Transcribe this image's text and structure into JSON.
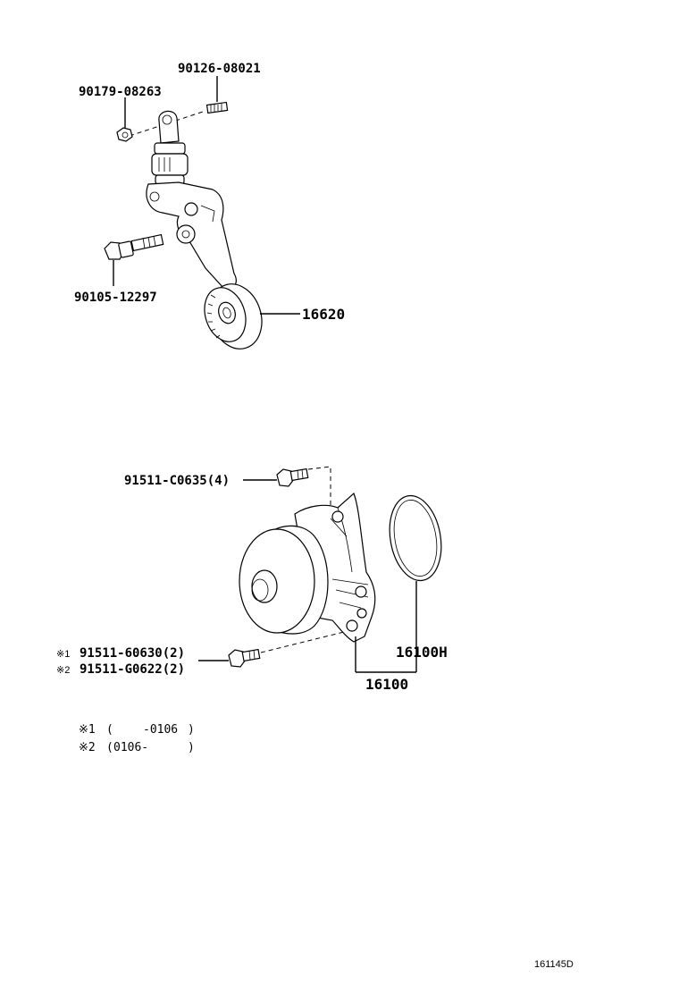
{
  "parts": {
    "nut": "90179-08263",
    "stud": "90126-08021",
    "tensioner_bolt": "90105-12297",
    "tensioner_assembly": "16620",
    "pump_bolt_top": "91511-C0635(4)",
    "pump_bolt_a": "91511-60630(2)",
    "pump_bolt_b": "91511-G0622(2)",
    "gasket": "16100H",
    "water_pump": "16100"
  },
  "markers": {
    "m1": "※1",
    "m2": "※2"
  },
  "notes": [
    {
      "marker": "※1",
      "open": "(",
      "from": "",
      "to": "-0106",
      "close": ")"
    },
    {
      "marker": "※2",
      "open": "(",
      "from": "0106-",
      "to": "",
      "close": ")"
    }
  ],
  "diagram_code": "161145D"
}
